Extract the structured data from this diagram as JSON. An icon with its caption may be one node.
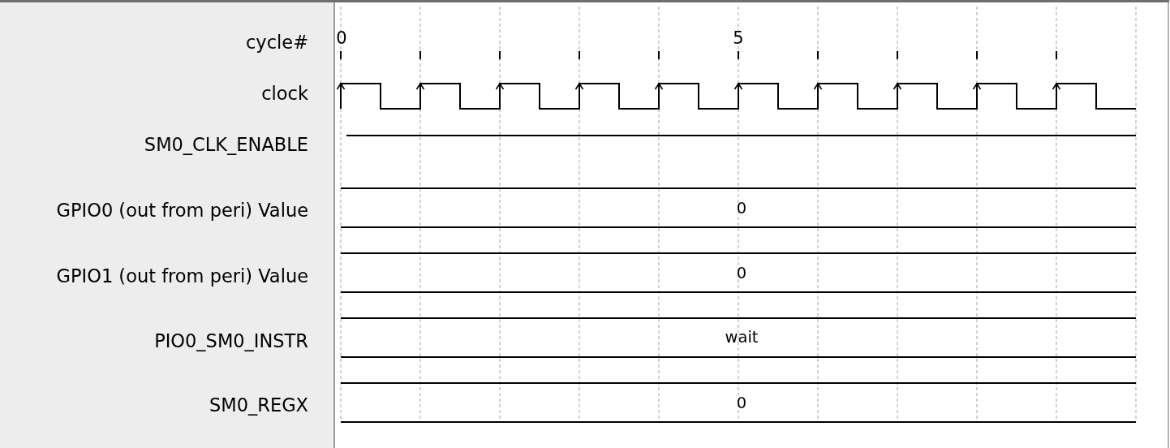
{
  "diagram": {
    "labels": [
      "cycle#",
      "0",
      "5",
      "clock",
      "SM0_CLK_ENABLE",
      "GPIO0 (out from peri) Value",
      "0",
      "GPIO1 (out from peri) Value",
      "0",
      "PIO0_SM0_INSTR",
      "wait",
      "SM0_REGX",
      "0"
    ]
  }
}
